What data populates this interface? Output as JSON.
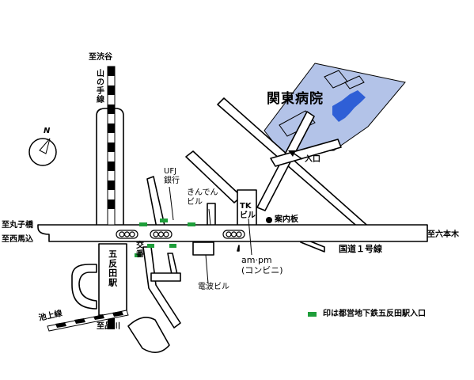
{
  "labels": {
    "to_shibuya": "至渋谷",
    "yamanote_line": "山の手線",
    "to_marunouchi": "至丸子橋",
    "to_nishimagome": "至西馬込",
    "to_roppongi": "至六本木",
    "to_shinagawa": "至品川",
    "ikegami_line": "池上線",
    "gotanda_station": "五反田駅",
    "koban": "交番",
    "ufj_bank": "UFJ\n銀行",
    "kinden_bldg": "きんでん\nビル",
    "tk_bldg": "TK\nビル",
    "info_board": "案内板",
    "entrance": "入口",
    "hospital": "関東病院",
    "national_route": "国道１号線",
    "ampm": "am·pm\n(コンビニ)",
    "denpa_bldg": "電波ビル",
    "subway_entrance_legend": "印は都営地下鉄五反田駅入口",
    "north": "N"
  },
  "colors": {
    "hospital_grounds": "#b3c3e8",
    "hospital_building": "#2f5fd6",
    "subway_entrance": "#1e9e3a",
    "roads": "#ffffff",
    "outline": "#000000"
  },
  "icons": [
    "compass-north-icon",
    "traffic-light-icon",
    "entrance-arrow-icon",
    "info-board-dot-icon",
    "subway-entrance-marker-icon"
  ]
}
